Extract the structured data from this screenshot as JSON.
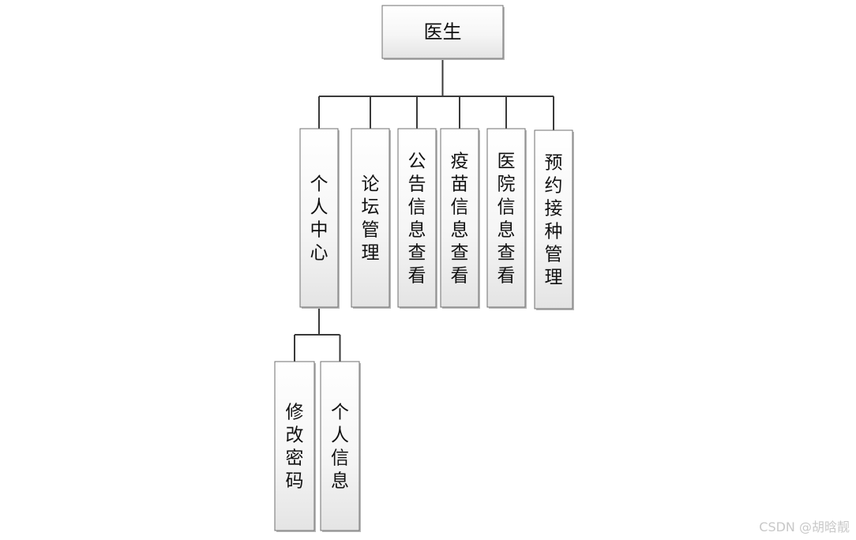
{
  "diagram": {
    "root": {
      "id": "doctor",
      "label": "医生"
    },
    "level1": [
      {
        "id": "personal-center",
        "label": "个人中心"
      },
      {
        "id": "forum-management",
        "label": "论坛管理"
      },
      {
        "id": "notice-view",
        "label": "公告信息查看"
      },
      {
        "id": "vaccine-view",
        "label": "疫苗信息查看"
      },
      {
        "id": "hospital-view",
        "label": "医院信息查看"
      },
      {
        "id": "appointment-management",
        "label": "预约接种管理"
      }
    ],
    "level2": [
      {
        "id": "change-password",
        "parent": "personal-center",
        "label": "修改密码"
      },
      {
        "id": "personal-info",
        "parent": "personal-center",
        "label": "个人信息"
      }
    ]
  },
  "watermark": "CSDN @胡晗靓"
}
